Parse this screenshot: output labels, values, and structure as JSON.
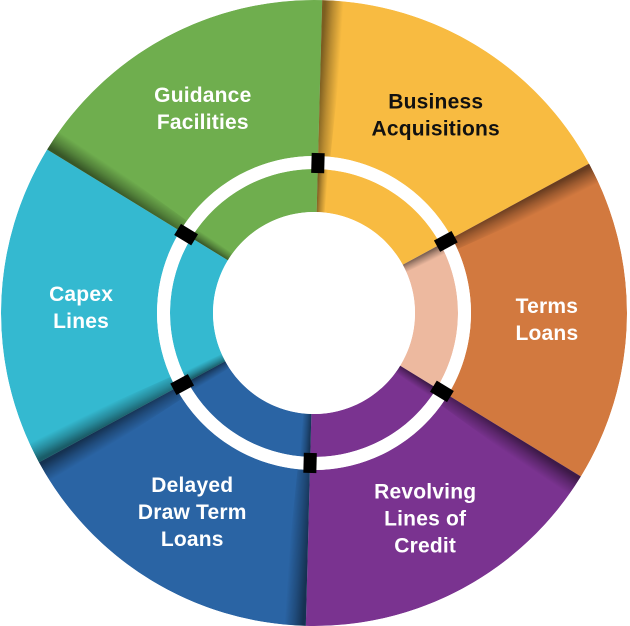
{
  "page": {
    "background_color": "#FFFFFF"
  },
  "chart_data": {
    "type": "pie",
    "subtype": "double-ring-donut-infographic",
    "title": "",
    "legend": "none",
    "grid": false,
    "rotation_deg": 1.5,
    "categories": [
      "Business Acquisitions",
      "Terms Loans",
      "Revolving Lines of Credit",
      "Delayed Draw Term Loans",
      "Capex Lines",
      "Guidance Facilities"
    ],
    "values": [
      1,
      1,
      1,
      1,
      1,
      1
    ],
    "segment_angle_deg": 60,
    "segments": [
      {
        "label": "Business Acquisitions",
        "label_lines": [
          "Business",
          "Acquisitions"
        ],
        "color": "#F8BB41",
        "inner_ring_color": "#F8BB41",
        "label_color": "#111111"
      },
      {
        "label": "Terms Loans",
        "label_lines": [
          "Terms",
          "Loans"
        ],
        "color": "#D2793F",
        "inner_ring_color": "#EDB99F",
        "label_color": "#FFFFFF"
      },
      {
        "label": "Revolving Lines of Credit",
        "label_lines": [
          "Revolving",
          "Lines of",
          "Credit"
        ],
        "color": "#7A3390",
        "inner_ring_color": "#7A3390",
        "label_color": "#FFFFFF"
      },
      {
        "label": "Delayed Draw Term Loans",
        "label_lines": [
          "Delayed",
          "Draw Term",
          "Loans"
        ],
        "color": "#2A64A4",
        "inner_ring_color": "#2A64A4",
        "label_color": "#FFFFFF"
      },
      {
        "label": "Capex Lines",
        "label_lines": [
          "Capex",
          "Lines"
        ],
        "color": "#34B9D0",
        "inner_ring_color": "#34B9D0",
        "label_color": "#FFFFFF"
      },
      {
        "label": "Guidance Facilities",
        "label_lines": [
          "Guidance",
          "Facilities"
        ],
        "color": "#6FAE4E",
        "inner_ring_color": "#6FAE4E",
        "label_color": "#FFFFFF"
      }
    ],
    "divider_tick_color": "#000000",
    "ring_gap_color": "#FFFFFF",
    "center_hole_color": "#FFFFFF",
    "edge_shadow_color": "#000000",
    "edge_shadow_max_opacity": 0.5
  }
}
